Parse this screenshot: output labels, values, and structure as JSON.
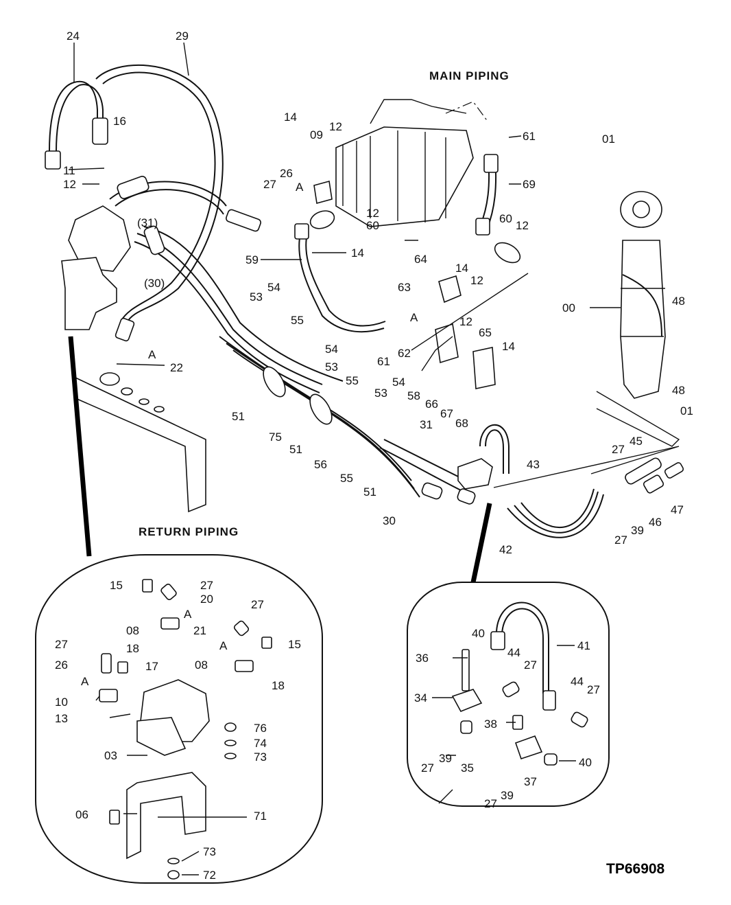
{
  "diagram_code": "TP66908",
  "captions": {
    "main_piping": "MAIN PIPING",
    "return_piping": "RETURN PIPING"
  },
  "callouts": {
    "c24": "24",
    "c29": "29",
    "c16": "16",
    "c11": "11",
    "c12a": "12",
    "c31": "(31)",
    "c30p": "(30)",
    "c14a": "14",
    "c09": "09",
    "c12b": "12",
    "c26": "26",
    "c27a": "27",
    "cAa": "A",
    "c12c": "12",
    "c60a": "60",
    "c14b": "14",
    "c59": "59",
    "c61a": "61",
    "c69": "69",
    "c01a": "01",
    "c60b": "60",
    "c12d": "12",
    "c64": "64",
    "c14c": "14",
    "c63": "63",
    "c12e": "12",
    "c53a": "53",
    "c54a": "54",
    "c55a": "55",
    "c00": "00",
    "c48a": "48",
    "c48b": "48",
    "c01b": "01",
    "c54b": "54",
    "c53b": "53",
    "cAb": "A",
    "c22": "22",
    "c61b": "61",
    "c62": "62",
    "cAc": "A",
    "c12f": "12",
    "c65": "65",
    "c14d": "14",
    "c58": "58",
    "c66": "66",
    "c67": "67",
    "c68": "68",
    "c55b": "55",
    "c53c": "53",
    "c54c": "54",
    "c51a": "51",
    "c75": "75",
    "c51b": "51",
    "c56": "56",
    "c55c": "55",
    "c31b": "31",
    "c51c": "51",
    "c30": "30",
    "c27b": "27",
    "c45": "45",
    "c43": "43",
    "c47": "47",
    "c46": "46",
    "c39a": "39",
    "c27c": "27",
    "c42": "42",
    "c15a": "15",
    "c27d": "27",
    "c20": "20",
    "cAd": "A",
    "c27e": "27",
    "c08a": "08",
    "c21": "21",
    "cAe": "A",
    "c15b": "15",
    "c27f": "27",
    "c18a": "18",
    "c26b": "26",
    "c17": "17",
    "cAf": "A",
    "c08b": "08",
    "c18b": "18",
    "c10": "10",
    "c13": "13",
    "c76": "76",
    "c74": "74",
    "c03": "03",
    "c73a": "73",
    "c06": "06",
    "c71": "71",
    "c73b": "73",
    "c72": "72",
    "c40a": "40",
    "c41": "41",
    "c36": "36",
    "c44a": "44",
    "c27g": "27",
    "c34": "34",
    "c44b": "44",
    "c27h": "27",
    "c38": "38",
    "c27i": "27",
    "c39b": "39",
    "c35": "35",
    "c37": "37",
    "c40b": "40",
    "c27j": "27",
    "c39c": "39"
  }
}
